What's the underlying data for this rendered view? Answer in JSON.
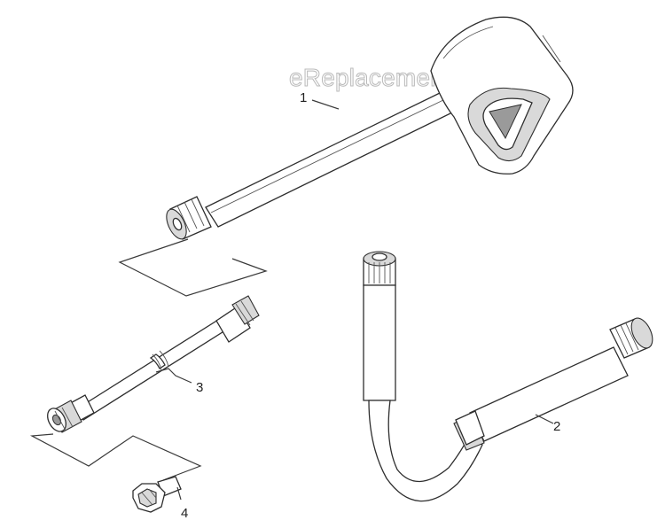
{
  "watermark": "eReplacementParts.com",
  "callouts": [
    {
      "id": "1",
      "label": "1"
    },
    {
      "id": "2",
      "label": "2"
    },
    {
      "id": "3",
      "label": "3"
    },
    {
      "id": "4",
      "label": "4"
    }
  ]
}
